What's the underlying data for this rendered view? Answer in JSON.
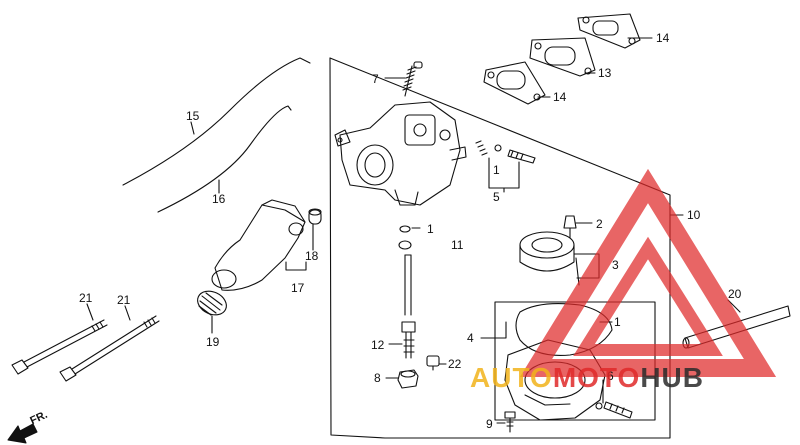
{
  "diagram": {
    "callouts": {
      "p1a": "1",
      "p1b": "1",
      "p1c": "1",
      "p2": "2",
      "p3": "3",
      "p4": "4",
      "p5": "5",
      "p6": "6",
      "p7": "7",
      "p8": "8",
      "p9": "9",
      "p10": "10",
      "p11": "11",
      "p12": "12",
      "p13": "13",
      "p14a": "14",
      "p14b": "14",
      "p15": "15",
      "p16": "16",
      "p17": "17",
      "p18": "18",
      "p19": "19",
      "p20": "20",
      "p21a": "21",
      "p21b": "21",
      "p22": "22"
    },
    "front_arrow_label": "FR."
  },
  "watermark": {
    "text_part1": "AUTO",
    "text_part2": "MOTO",
    "text_part3": "HUB",
    "color_red": "#e02a2a",
    "color_yellow": "#f2b31b",
    "color_dark": "#2b2b2b"
  }
}
